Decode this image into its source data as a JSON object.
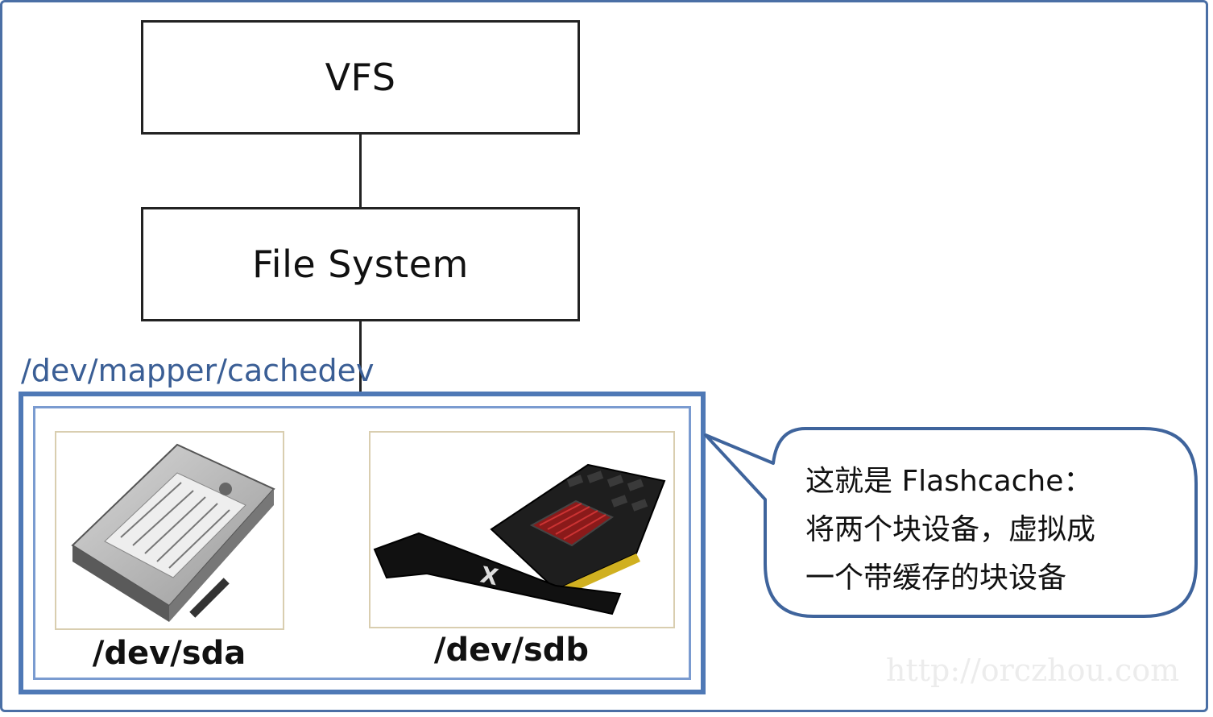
{
  "diagram": {
    "vfs_label": "VFS",
    "fs_label": "File System",
    "mapper_label": "/dev/mapper/cachedev",
    "sda_label": "/dev/sda",
    "sdb_label": "/dev/sdb",
    "callout_lines": [
      "这就是 Flashcache：",
      "将两个块设备，虚拟成",
      "一个带缓存的块设备"
    ],
    "watermark": "http://orczhou.com"
  },
  "colors": {
    "frame": "#4a6fa5",
    "mapper_box": "#4f79b6",
    "mapper_text": "#3a5e95",
    "callout_border": "#3f649c"
  },
  "icons": {
    "sda": "hard-disk-icon",
    "sdb": "pcie-ssd-card-icon"
  }
}
